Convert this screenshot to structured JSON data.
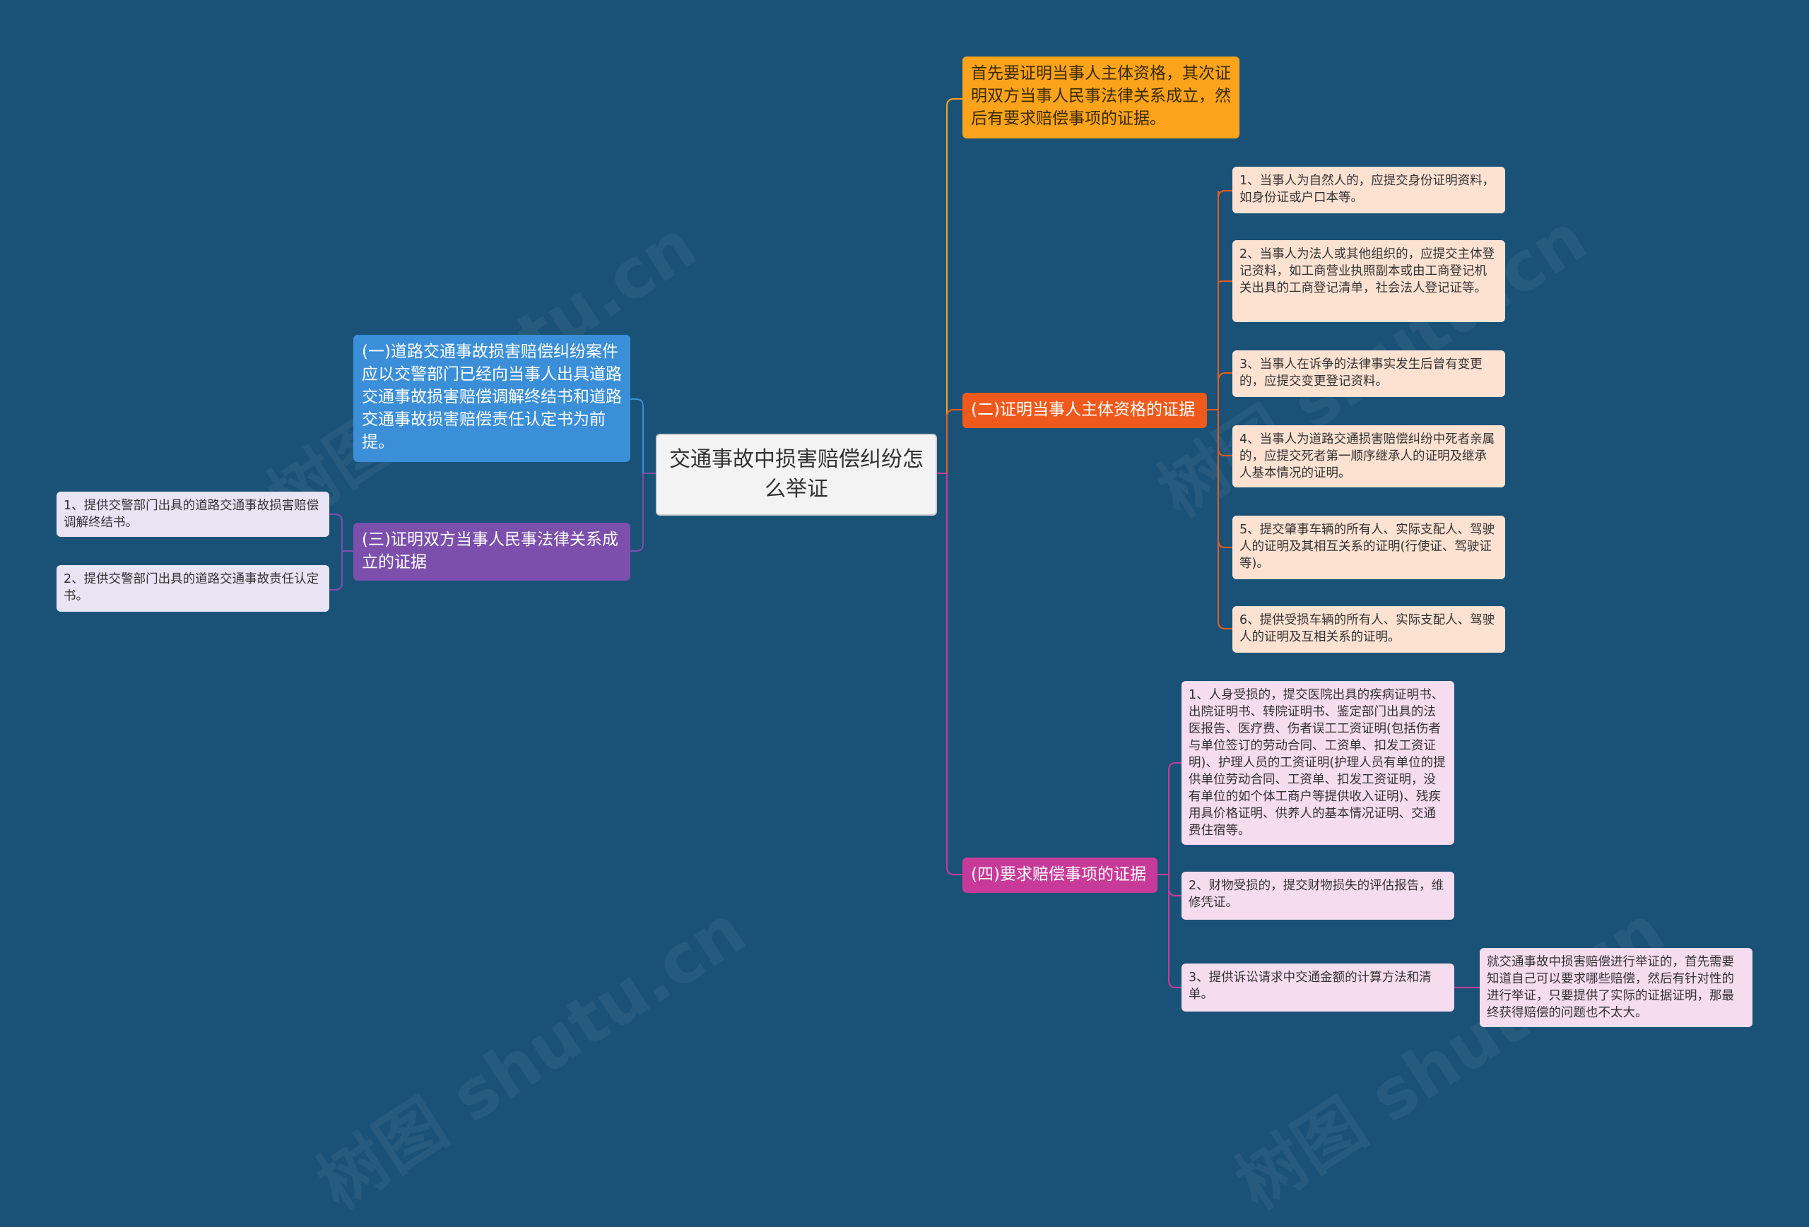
{
  "root": {
    "label": "交通事故中损害赔偿纠纷怎么举证"
  },
  "nodes": {
    "top_note": "首先要证明当事人主体资格，其次证明双方当事人民事法律关系成立，然后有要求赔偿事项的证据。",
    "branch1": "(一)道路交通事故损害赔偿纠纷案件应以交警部门已经向当事人出具道路交通事故损害赔偿调解终结书和道路交通事故损害赔偿责任认定书为前提。",
    "branch2": "(二)证明当事人主体资格的证据",
    "branch3": "(三)证明双方当事人民事法律关系成立的证据",
    "branch4": "(四)要求赔偿事项的证据"
  },
  "branch2_items": [
    "1、当事人为自然人的，应提交身份证明资料，如身份证或户口本等。",
    "2、当事人为法人或其他组织的，应提交主体登记资料，如工商营业执照副本或由工商登记机关出具的工商登记清单，社会法人登记证等。",
    "3、当事人在诉争的法律事实发生后曾有变更的，应提交变更登记资料。",
    "4、当事人为道路交通损害赔偿纠纷中死者亲属的，应提交死者第一顺序继承人的证明及继承人基本情况的证明。",
    "5、提交肇事车辆的所有人、实际支配人、驾驶人的证明及其相互关系的证明(行使证、驾驶证等)。",
    "6、提供受损车辆的所有人、实际支配人、驾驶人的证明及互相关系的证明。"
  ],
  "branch3_items": [
    "1、提供交警部门出具的道路交通事故损害赔偿调解终结书。",
    "2、提供交警部门出具的道路交通事故责任认定书。"
  ],
  "branch4_items": [
    "1、人身受损的，提交医院出具的疾病证明书、出院证明书、转院证明书、鉴定部门出具的法医报告、医疗费、伤者误工工资证明(包括伤者与单位签订的劳动合同、工资单、扣发工资证明)、护理人员的工资证明(护理人员有单位的提供单位劳动合同、工资单、扣发工资证明，没有单位的如个体工商户等提供收入证明)、残疾用具价格证明、供养人的基本情况证明、交通费住宿等。",
    "2、财物受损的，提交财物损失的评估报告，维修凭证。",
    "3、提供诉讼请求中交通金额的计算方法和清单。"
  ],
  "final_note": "就交通事故中损害赔偿进行举证的，首先需要知道自己可以要求哪些赔偿，然后有针对性的进行举证，只要提供了实际的证据证明，那最终获得赔偿的问题也不太大。",
  "colors": {
    "background": "#1a5277",
    "orange": "#fba31a",
    "red": "#ef5a1c",
    "blue": "#3b8fd8",
    "purple": "#7b4fab",
    "magenta": "#c83a9a"
  }
}
